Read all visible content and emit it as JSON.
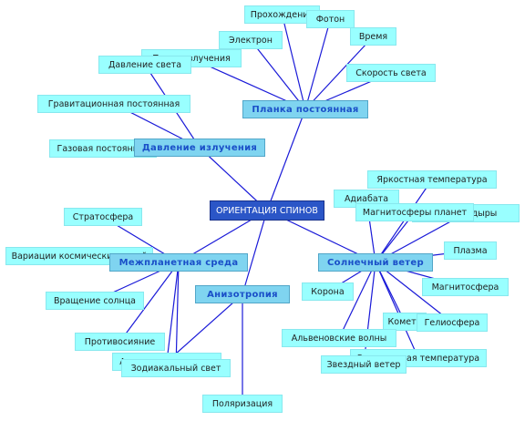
{
  "root": "ОРИЕНТАЦИЯ СПИНОВ",
  "branches": {
    "planck": "Планка постоянная",
    "radiation": "Давление излучения",
    "interplanetary": "Межпланетная среда",
    "anisotropy": "Анизотропия",
    "solar_wind": "Солнечный ветер"
  },
  "leaves": {
    "prokhozhdenie": "Прохождение",
    "foton": "Фотон",
    "elektron": "Электрон",
    "vremya": "Время",
    "potok": "Поток излучения",
    "davlenie_sveta": "Давление света",
    "skorost_sveta": "Скорость света",
    "grav_const": "Гравитационная постоянная",
    "gas_const": "Газовая постоянная",
    "yarkostnaya": "Яркостная температура",
    "adiabata": "Адиабата",
    "magnitosfery": "Магнитосферы планет",
    "chernye_dyry": "Черные дыры",
    "stratosfera": "Стратосфера",
    "variatsii": "Вариации космических лучей",
    "plazma": "Плазма",
    "magnitosfera": "Магнитосфера",
    "korona": "Корона",
    "vrashchenie": "Вращение солнца",
    "kometa": "Комета",
    "geliosfera": "Гелиосфера",
    "protivosiyanie": "Противосияние",
    "alfven": "Альвеновские волны",
    "anizotropnaya": "Анизотропная среда",
    "zodiakalny": "Зодиакальный свет",
    "elektronnaya_temp": "Электронная температура",
    "zvezdny_veter": "Звездный ветер",
    "polyarizatsiya": "Поляризация"
  },
  "colors": {
    "line": "#1a1ad8",
    "leaf_fill": "#99ffff",
    "branch_fill": "#7fd4f0",
    "branch_text": "#1a4fc8",
    "root_fill": "#2b56c7"
  }
}
